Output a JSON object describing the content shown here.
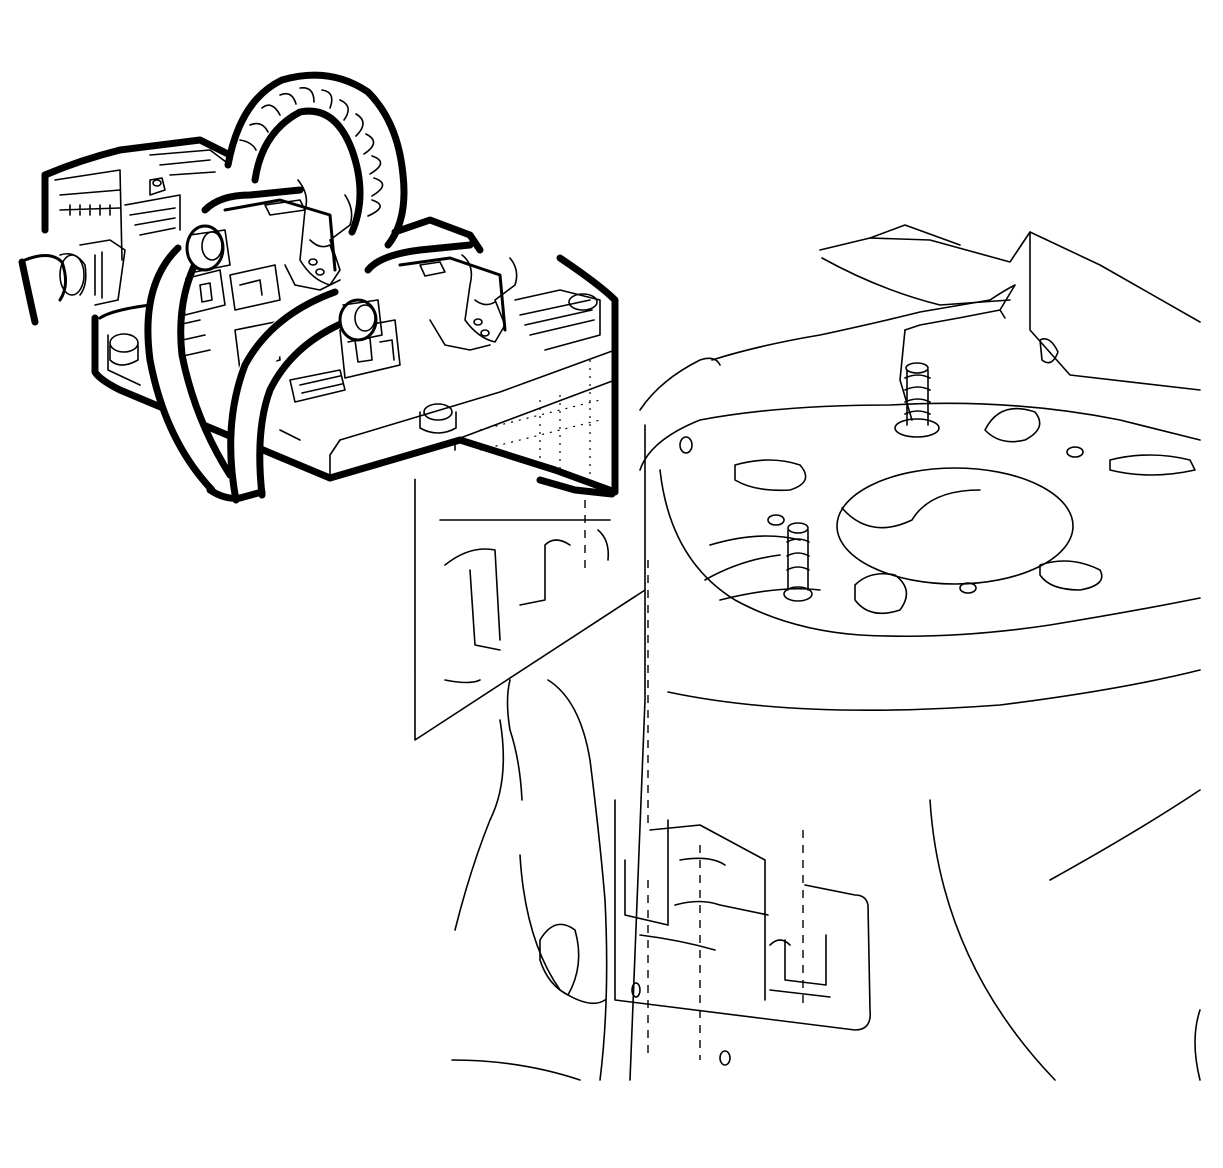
{
  "illustration": {
    "parts": [
      {
        "id": "module",
        "name": "electronic-control-module"
      },
      {
        "id": "harness",
        "name": "wiring-harness"
      },
      {
        "id": "bracket",
        "name": "mounting-bracket"
      },
      {
        "id": "studs",
        "name": "mounting-stud"
      },
      {
        "id": "body",
        "name": "vehicle-body-panel"
      }
    ],
    "stroke_color": "#000000",
    "background_color": "#ffffff"
  }
}
